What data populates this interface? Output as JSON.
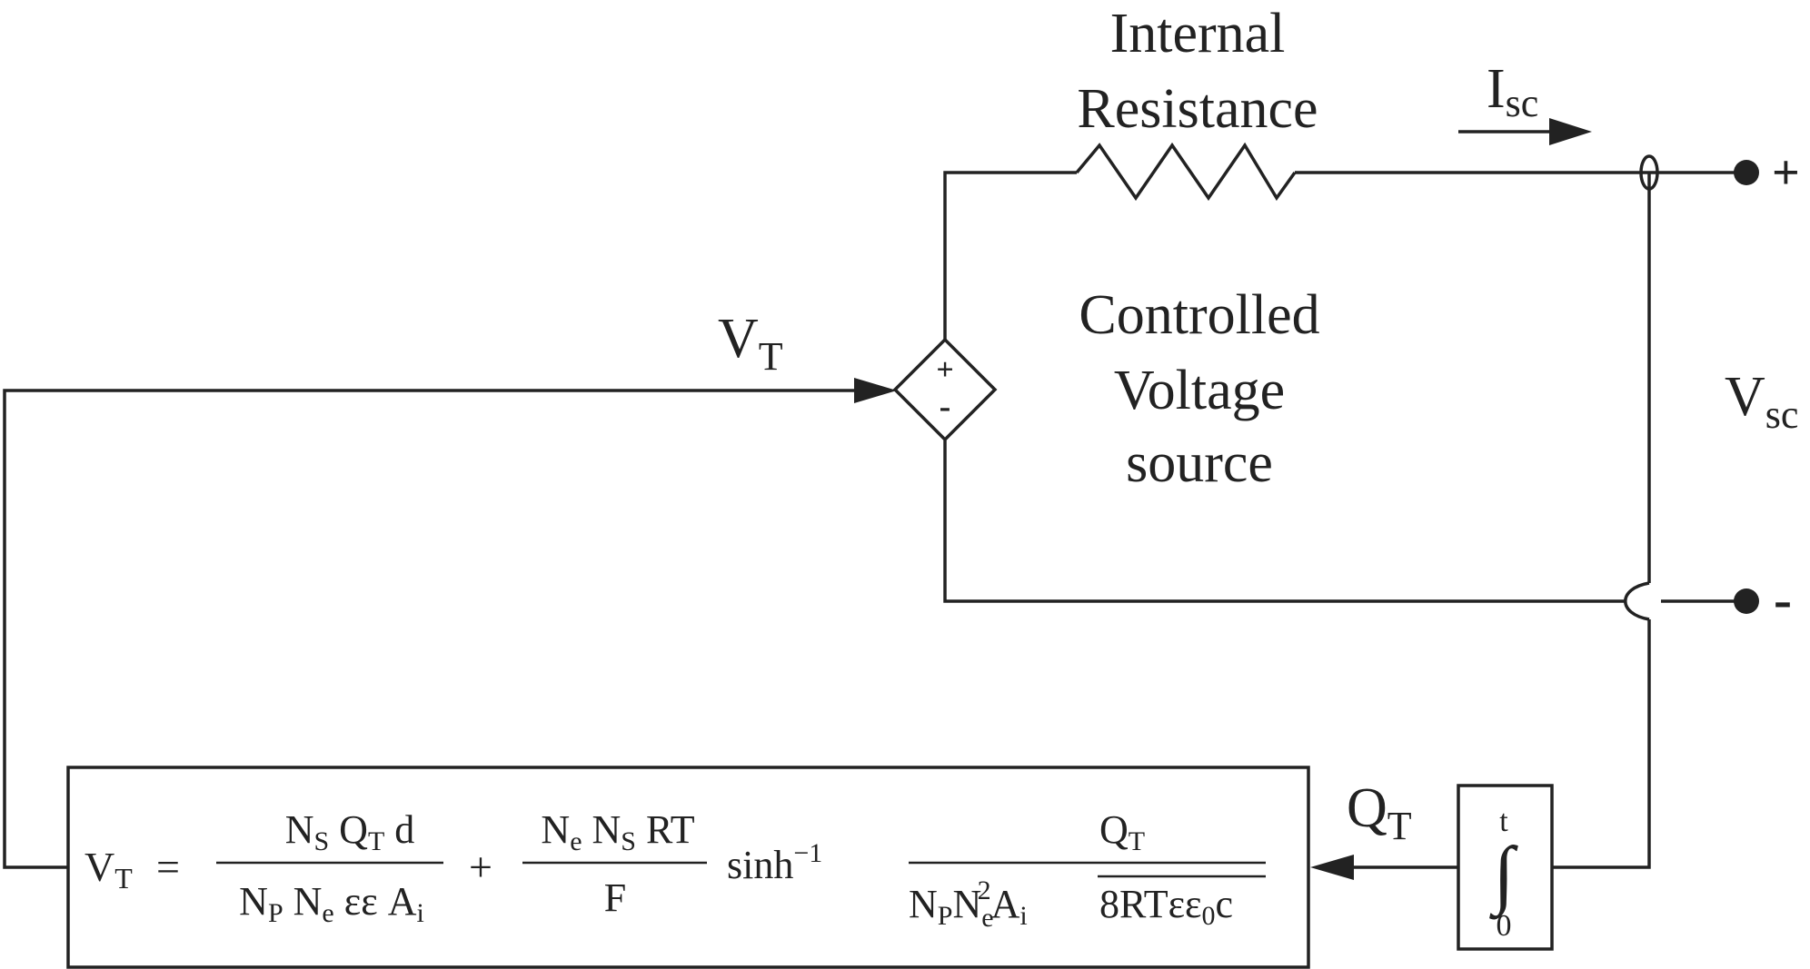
{
  "labels": {
    "resistor_line1": "Internal",
    "resistor_line2": "Resistance",
    "current_main": "I",
    "current_sub": "sc",
    "plus_terminal": "+",
    "minus_terminal": "-",
    "vt_main": "V",
    "vt_sub": "T",
    "source_plus": "+",
    "source_minus": "-",
    "source_line1": "Controlled",
    "source_line2": "Voltage",
    "source_line3": "source",
    "vsc_main": "V",
    "vsc_sub": "sc",
    "qt_main": "Q",
    "qt_sub": "T",
    "integ_upper": "t",
    "integ_symbol": "∫",
    "integ_lower": "0"
  },
  "equation": {
    "lhs_main": "V",
    "lhs_sub": "T",
    "equals": "=",
    "frac1_num": [
      "N",
      "S",
      " Q",
      "T",
      " d"
    ],
    "frac1_den": [
      "N",
      "P",
      " N",
      "e",
      " εε A",
      "i"
    ],
    "plus": "+",
    "frac2_num": [
      "N",
      "e",
      " N",
      "S",
      " RT"
    ],
    "frac2_den": "F",
    "func": "sinh",
    "func_sup": "−1",
    "frac3_num": [
      "Q",
      "T"
    ],
    "frac3_den_left": [
      "N",
      "P",
      "N",
      "e",
      "2",
      "A",
      "i"
    ],
    "frac3_den_right": [
      "8RTεε",
      "0",
      "c"
    ]
  },
  "colors": {
    "ink": "#222222",
    "background": "#ffffff"
  }
}
